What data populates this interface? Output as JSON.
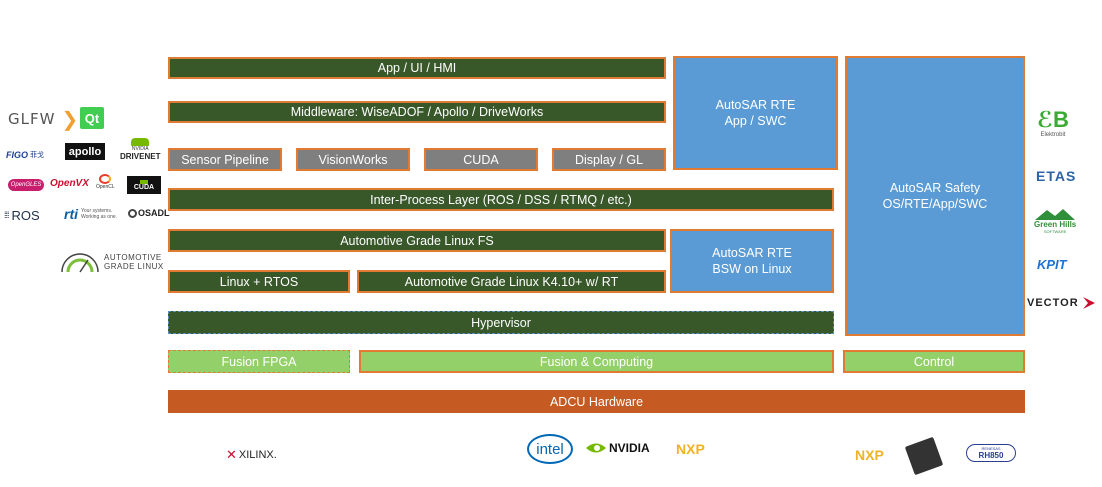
{
  "stack": {
    "app": "App / UI / HMI",
    "middleware": "Middleware: WiseADOF / Apollo / DriveWorks",
    "sensor_pipeline": "Sensor Pipeline",
    "visionworks": "VisionWorks",
    "cuda": "CUDA",
    "display_gl": "Display / GL",
    "ipc": "Inter-Process Layer (ROS / DSS / RTMQ / etc.)",
    "agl_fs": "Automotive Grade Linux FS",
    "linux_rtos": "Linux + RTOS",
    "agl_kernel": "Automotive Grade Linux K4.10+ w/ RT",
    "hypervisor": "Hypervisor",
    "fusion_fpga": "Fusion FPGA",
    "fusion_computing": "Fusion & Computing",
    "control": "Control",
    "adcu_hardware": "ADCU Hardware"
  },
  "autosar": {
    "rte_app_line1": "AutoSAR RTE",
    "rte_app_line2": "App / SWC",
    "rte_bsw_line1": "AutoSAR RTE",
    "rte_bsw_line2": "BSW on Linux",
    "safety_line1": "AutoSAR Safety",
    "safety_line2": "OS/RTE/App/SWC"
  },
  "left_logos": {
    "glfw": "GLFW",
    "qt": "Qt",
    "figo": "FIGO",
    "figo_cn": "菲戈",
    "apollo": "apollo",
    "nvidia_small": "NVIDIA",
    "drivenet": "DRIVENET",
    "opengles": "OpenGLES",
    "openvx": "OpenVX",
    "opencl": "OpenCL",
    "cuda": "CUDA",
    "ros": "ROS",
    "rti": "rti",
    "rti_tag1": "Your systems.",
    "rti_tag2": "Working as one.",
    "osadl": "OSADL",
    "agl_line1": "AUTOMOTIVE",
    "agl_line2": "GRADE LINUX"
  },
  "right_logos": {
    "elektrobit": "Elektrobit",
    "etas": "ETAS",
    "greenhills": "Green Hills",
    "greenhills_sub": "SOFTWARE",
    "kpit": "KPIT",
    "vector": "VECTOR"
  },
  "bottom_logos": {
    "xilinx": "XILINX.",
    "intel": "intel",
    "nvidia": "NVIDIA",
    "nxp1": "NXP",
    "nxp2": "NXP",
    "renesas_top": "RENESAS",
    "renesas_main": "RH850"
  },
  "colors": {
    "dark_green": "#38582a",
    "grey": "#7f7f7f",
    "blue": "#5b9bd5",
    "light_green": "#93d06a",
    "hardware": "#c55a22",
    "border_orange": "#e07b33"
  }
}
